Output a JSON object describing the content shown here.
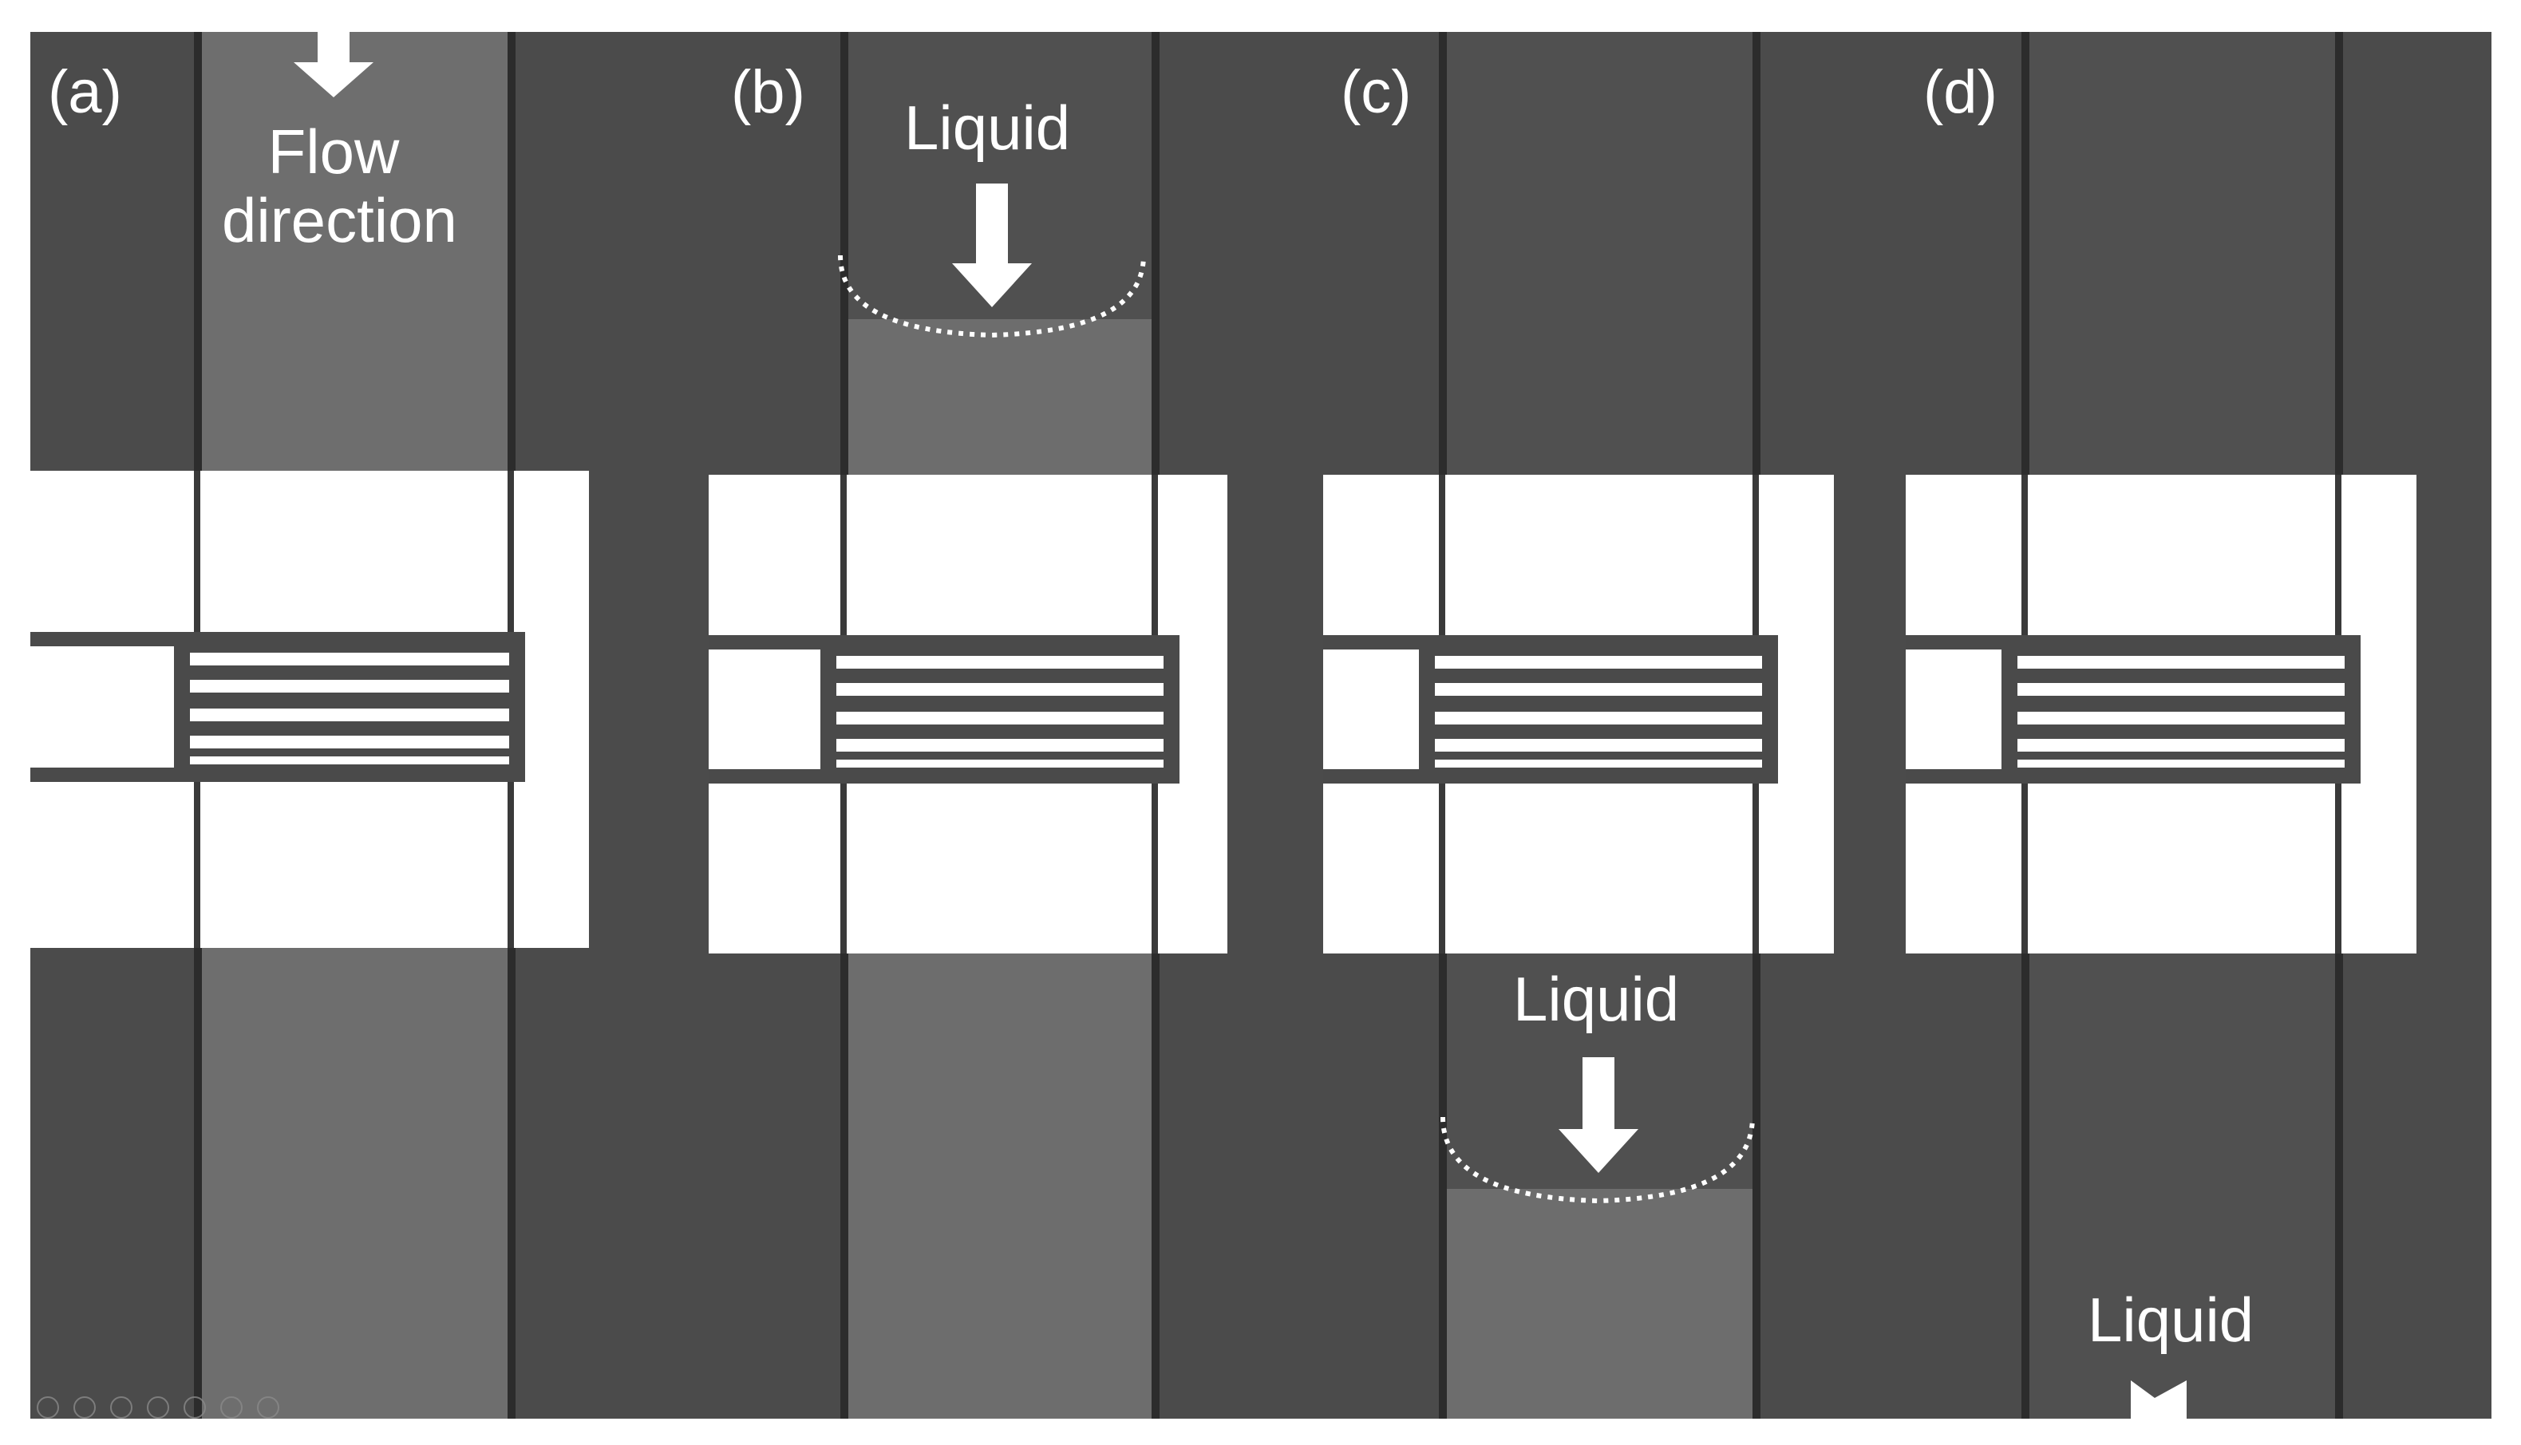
{
  "figure": {
    "panels": [
      {
        "id": "a",
        "label": "(a)",
        "annotation_lines": [
          "Flow",
          "direction"
        ]
      },
      {
        "id": "b",
        "label": "(b)",
        "annotation": "Liquid"
      },
      {
        "id": "c",
        "label": "(c)",
        "annotation": "Liquid"
      },
      {
        "id": "d",
        "label": "(d)",
        "annotation": "Liquid"
      }
    ],
    "colors": {
      "background": "#4b4b4b",
      "liquid_channel": "#6e6e6e",
      "illuminated_window": "#ffffff",
      "annotation": "#ffffff"
    },
    "toolbar_icons": [
      "prev-icon",
      "next-icon",
      "pen-icon",
      "slides-icon",
      "zoom-icon",
      "subtitle-icon",
      "more-icon"
    ]
  }
}
